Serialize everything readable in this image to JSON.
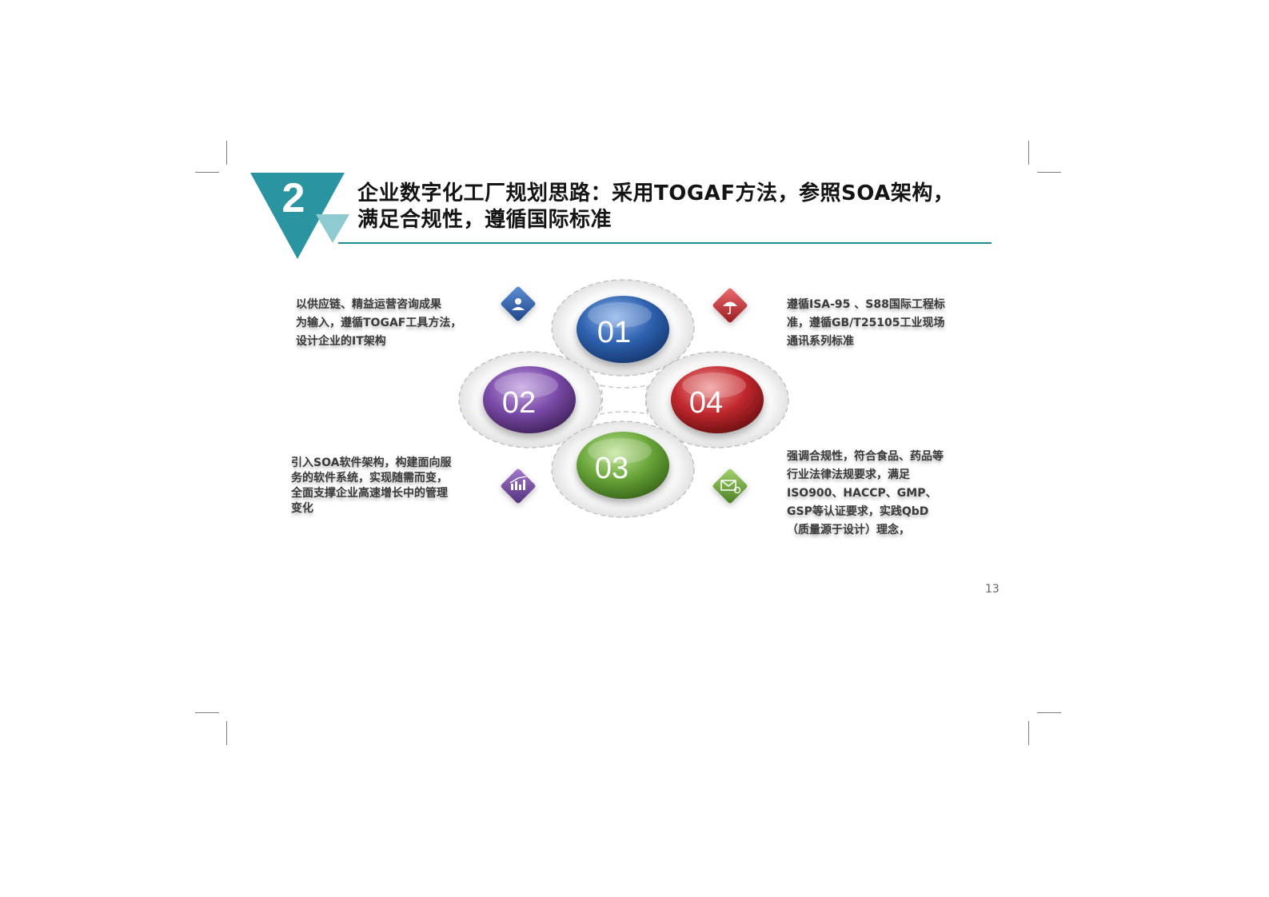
{
  "header": {
    "section_number": "2",
    "title_line_1": "企业数字化工厂规划思路：采用TOGAF方法，参照SOA架构，",
    "title_line_2": "满足合规性，遵循国际标准"
  },
  "diagram": {
    "nodes": [
      {
        "label": "01",
        "color": "#2f62b0"
      },
      {
        "label": "02",
        "color": "#7a4aa8"
      },
      {
        "label": "03",
        "color": "#6aa63a"
      },
      {
        "label": "04",
        "color": "#c1282d"
      }
    ],
    "icons": [
      {
        "name": "user-icon",
        "color": "#2f62b0"
      },
      {
        "name": "umbrella-icon",
        "color": "#c1282d"
      },
      {
        "name": "chart-icon",
        "color": "#7a4aa8"
      },
      {
        "name": "envelope-icon",
        "color": "#6aa63a"
      }
    ]
  },
  "callouts": {
    "top_left": [
      "以供应链、精益运营咨询成果",
      "为输入，遵循TOGAF工具方法，",
      "设计企业的IT架构"
    ],
    "top_right": [
      "遵循ISA-95 、S88国际工程标",
      "准，遵循GB/T25105工业现场",
      "通讯系列标准"
    ],
    "bottom_left": [
      "引入SOA软件架构，构建面向服",
      "务的软件系统，实现随需而变，",
      "全面支撑企业高速增长中的管理",
      "变化"
    ],
    "bottom_right": [
      "强调合规性，符合食品、药品等",
      "行业法律法规要求，满足",
      "ISO900、HACCP、GMP、",
      "GSP等认证要求，实践QbD",
      "（质量源于设计）理念，"
    ]
  },
  "footer": {
    "page_number": "13"
  }
}
